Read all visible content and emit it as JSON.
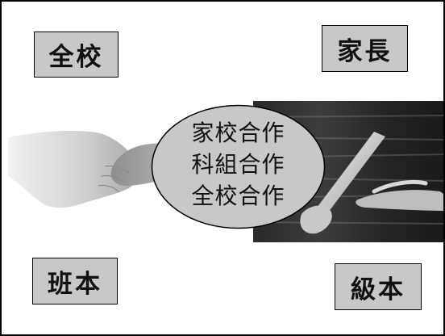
{
  "labels": {
    "whole_school": "全校",
    "parents": "家長",
    "class_based": "班本",
    "grade_based": "級本"
  },
  "center": {
    "lines": [
      "家校合作",
      "科組合作",
      "全校合作"
    ]
  },
  "images": {
    "left": "handshake-photo",
    "right": "baton-pass-photo"
  },
  "colors": {
    "label_box_fill": "#c8c8c8",
    "ellipse_fill": "#c8c8c8",
    "border": "#000000",
    "background": "#ffffff"
  }
}
